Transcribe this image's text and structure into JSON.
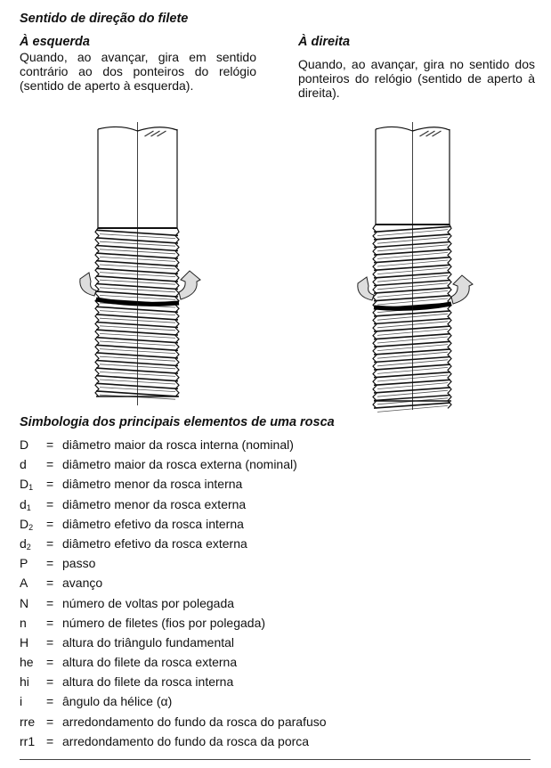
{
  "title": "Sentido de direção do filete",
  "left": {
    "heading": "À esquerda",
    "text": "Quando, ao avançar, gira em sentido contrário ao dos ponteiros do relógio (sentido de aperto à esquerda)."
  },
  "right": {
    "heading": "À direita",
    "text": "Quando, ao avançar, gira no sentido dos ponteiros do relógio (sentido de aperto à direita)."
  },
  "symbology": {
    "heading": "Simbologia dos principais elementos de uma rosca",
    "items": [
      {
        "sym": "D",
        "sub": "",
        "desc": "diâmetro maior da rosca interna (nominal)"
      },
      {
        "sym": "d",
        "sub": "",
        "desc": "diâmetro maior da rosca externa (nominal)"
      },
      {
        "sym": "D",
        "sub": "1",
        "desc": "diâmetro menor da rosca interna"
      },
      {
        "sym": "d",
        "sub": "1",
        "desc": "diâmetro menor da rosca externa"
      },
      {
        "sym": "D",
        "sub": "2",
        "desc": "diâmetro efetivo da rosca interna"
      },
      {
        "sym": "d",
        "sub": "2",
        "desc": "diâmetro efetivo da rosca externa"
      },
      {
        "sym": "P",
        "sub": "",
        "desc": "passo"
      },
      {
        "sym": "A",
        "sub": "",
        "desc": "avanço"
      },
      {
        "sym": "N",
        "sub": "",
        "desc": "número de voltas por polegada"
      },
      {
        "sym": "n",
        "sub": "",
        "desc": "número de filetes (fios por polegada)"
      },
      {
        "sym": "H",
        "sub": "",
        "desc": "altura do triângulo fundamental"
      },
      {
        "sym": "he",
        "sub": "",
        "desc": "altura do filete da rosca externa"
      },
      {
        "sym": "hi",
        "sub": "",
        "desc": "altura do filete da rosca interna"
      },
      {
        "sym": "i",
        "sub": "",
        "desc": "ângulo da hélice (α)"
      },
      {
        "sym": "rre",
        "sub": "",
        "desc": "arredondamento do fundo da rosca do parafuso"
      },
      {
        "sym": "rr1",
        "sub": "",
        "desc": "arredondamento do fundo da rosca da porca"
      }
    ],
    "equals": "="
  }
}
